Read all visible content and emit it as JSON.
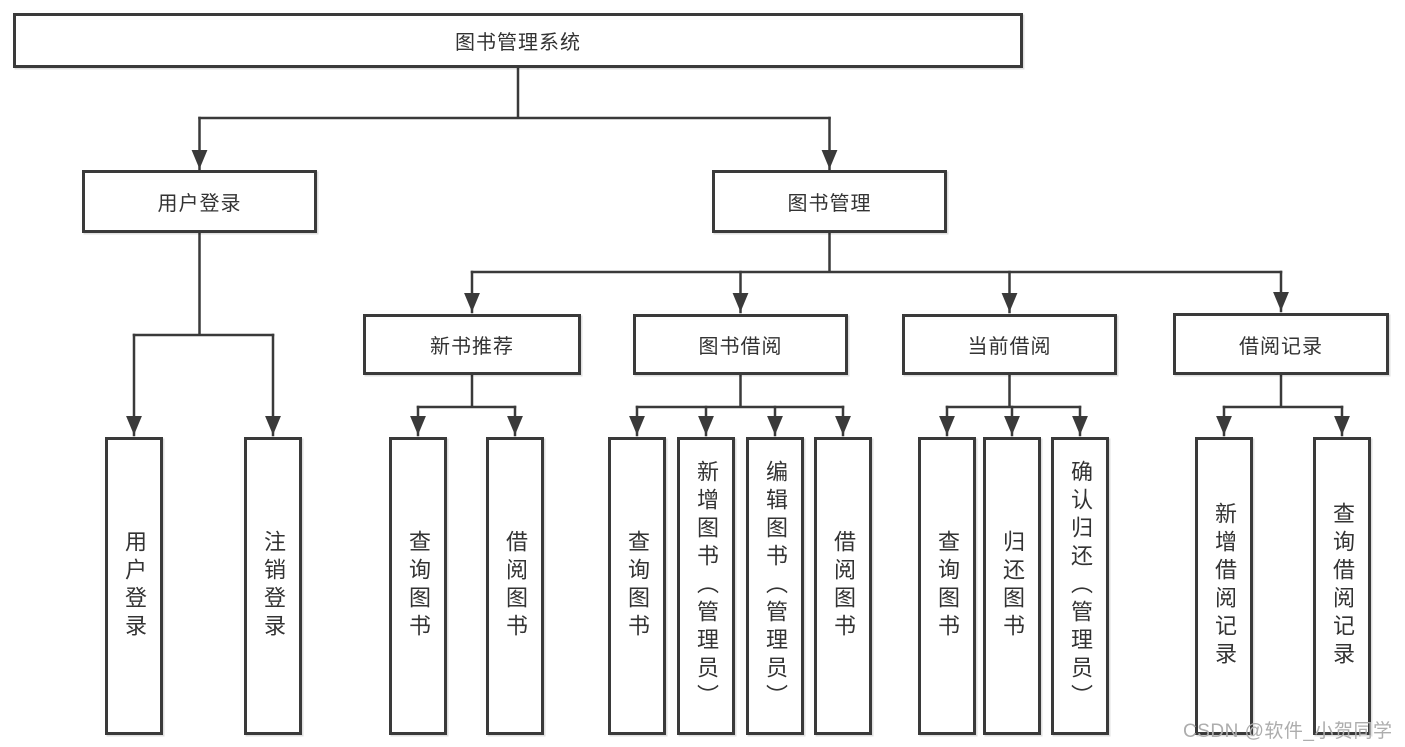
{
  "diagram_title": "图书管理系统",
  "tree": {
    "label": "图书管理系统",
    "children": [
      {
        "label": "用户登录",
        "children": [
          {
            "label": "用户登录"
          },
          {
            "label": "注销登录"
          }
        ]
      },
      {
        "label": "图书管理",
        "children": [
          {
            "label": "新书推荐",
            "children": [
              {
                "label": "查询图书"
              },
              {
                "label": "借阅图书"
              }
            ]
          },
          {
            "label": "图书借阅",
            "children": [
              {
                "label": "查询图书"
              },
              {
                "label": "新增图书（管理员）"
              },
              {
                "label": "编辑图书（管理员）"
              },
              {
                "label": "借阅图书"
              }
            ]
          },
          {
            "label": "当前借阅",
            "children": [
              {
                "label": "查询图书"
              },
              {
                "label": "归还图书"
              },
              {
                "label": "确认归还（管理员）"
              }
            ]
          },
          {
            "label": "借阅记录",
            "children": [
              {
                "label": "新增借阅记录"
              },
              {
                "label": "查询借阅记录"
              }
            ]
          }
        ]
      }
    ]
  },
  "watermark": {
    "text": "CSDN @软件_小贺同学",
    "color": "#adadad"
  },
  "colors": {
    "line": "#3a3a3a",
    "box_border": "#3a3a3a",
    "text": "#333333",
    "background": "#ffffff"
  }
}
